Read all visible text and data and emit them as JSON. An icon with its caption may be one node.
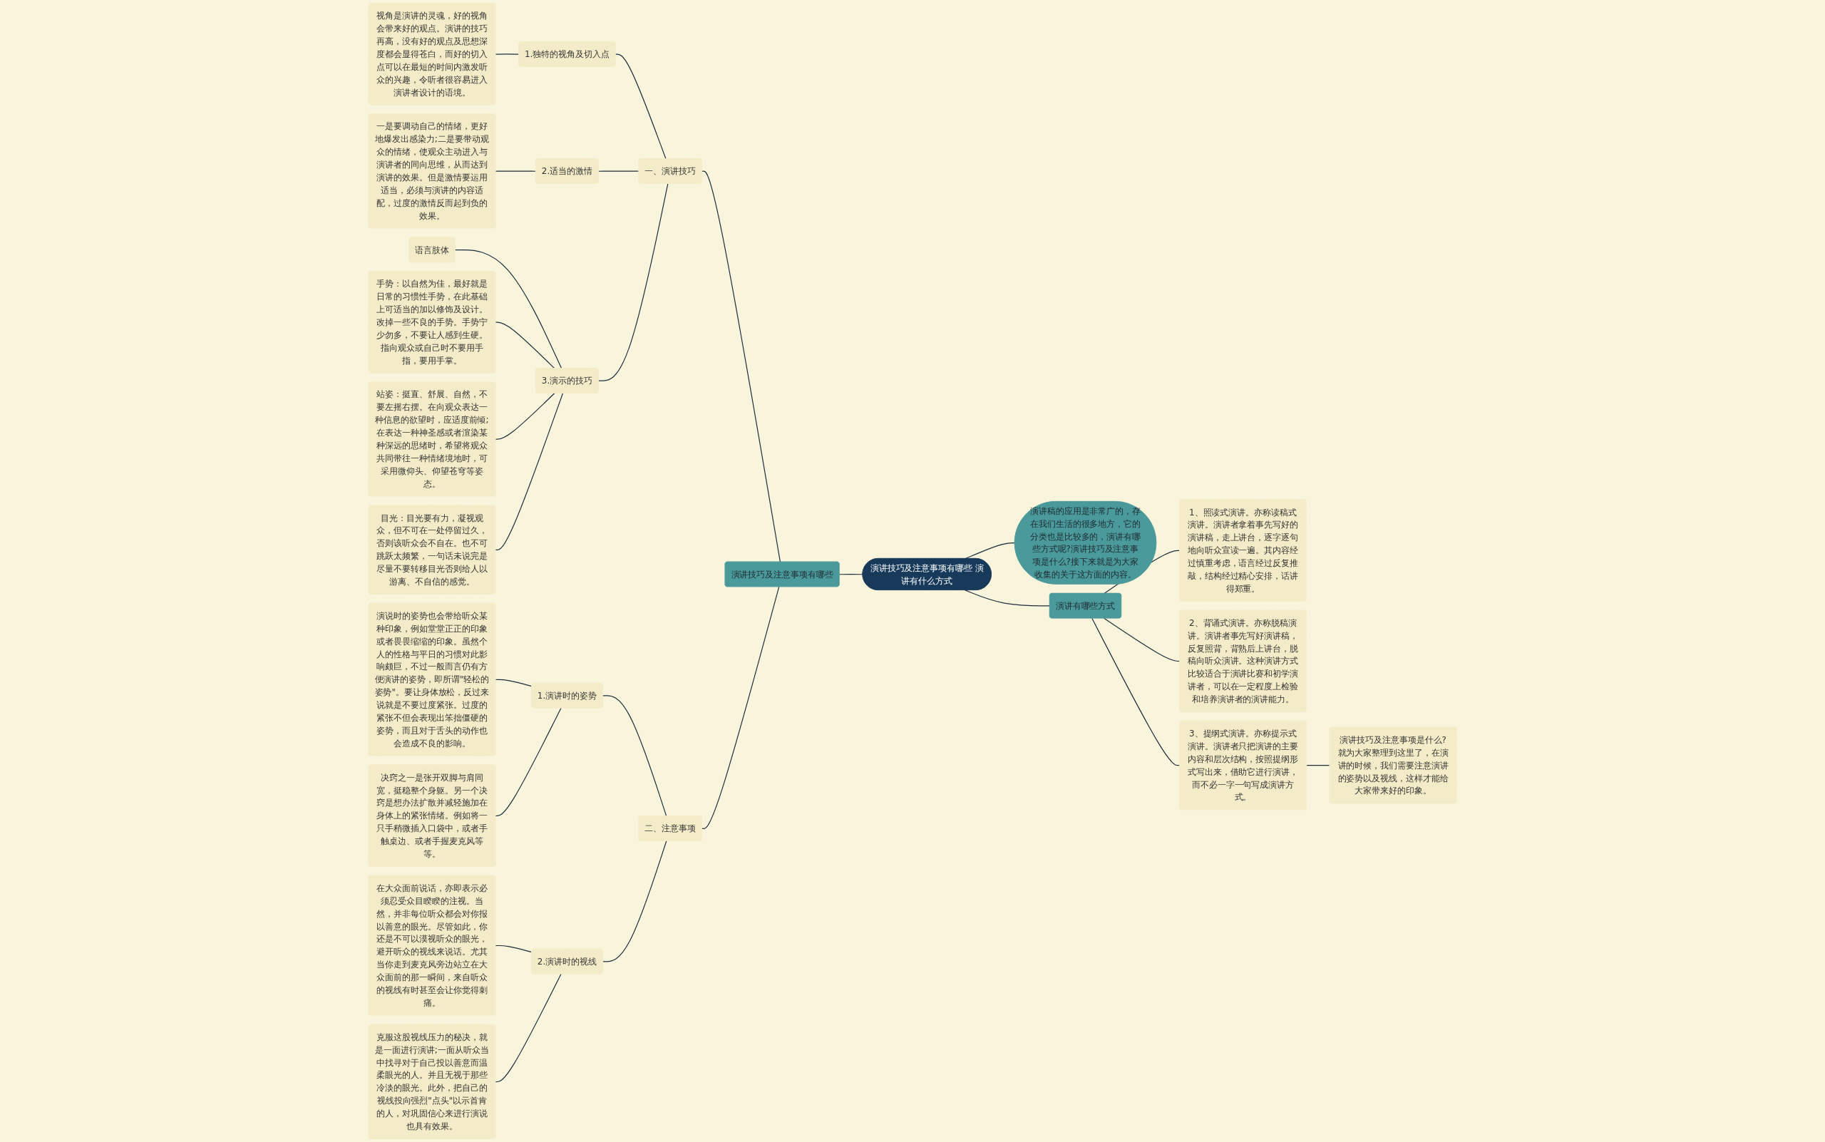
{
  "diagram": {
    "nodes": [
      {
        "text": [
          "演讲技巧及注意事项有哪些 演讲有什么方式"
        ]
      },
      {
        "text": [
          "演讲稿的应用是非常广的，存在我们生活的很多地方，它的分类也是比较多的，演讲有哪些方式呢?演讲技巧及注意事项是什么?接下来就是为大家收集的关于这方面的内容。"
        ]
      },
      {
        "text": [
          "演讲技巧及注意事项有哪些"
        ]
      },
      {
        "text": [
          "一、演讲技巧"
        ]
      },
      {
        "text": [
          "1.独特的视角及切入点"
        ]
      },
      {
        "text": [
          "视角是演讲的灵魂，好的视角会带来好的观点。演讲的技巧再高，没有好的观点及思想深度都会显得苍白，而好的切入点可以在最短的时间内激发听众的兴趣，令听者很容易进入演讲者设计的语境。"
        ]
      },
      {
        "text": [
          "2.适当的激情"
        ]
      },
      {
        "text": [
          "一是要调动自己的情绪，更好地爆发出感染力;二是要带动观众的情绪，使观众主动进入与演讲者的同向思维，从而达到演讲的效果。但是激情要运用适当，必须与演讲的内容适配，过度的激情反而起到负的效果。"
        ]
      },
      {
        "text": [
          "3.演示的技巧"
        ]
      },
      {
        "text": [
          "语言肢体"
        ]
      },
      {
        "text": [
          "手势：以自然为佳，最好就是日常的习惯性手势，在此基础上可适当的加以修饰及设计。改掉一些不良的手势。手势宁少勿多，不要让人感到生硬。指向观众或自己时不要用手指，要用手掌。"
        ]
      },
      {
        "text": [
          "站姿：挺直、舒展、自然，不要左摇右摆。在向观众表达一种信息的欲望时，应适度前倾;在表达一种神圣感或者渲染某种深远的思绪时，希望将观众共同带往一种情绪境地时，可采用微仰头、仰望苍穹等姿态。"
        ]
      },
      {
        "text": [
          "目光：目光要有力，凝视观众，但不可在一处停留过久，否则该听众会不自在。也不可跳跃太频繁，一句话未说完是尽量不要转移目光否则给人以游离、不自信的感觉。"
        ]
      },
      {
        "text": [
          "二、注意事项"
        ]
      },
      {
        "text": [
          "1.演讲时的姿势"
        ]
      },
      {
        "text": [
          "演说时的姿势也会带给听众某种印象，例如堂堂正正的印象或者畏畏缩缩的印象。虽然个人的性格与平日的习惯对此影响颇巨，不过一般而言仍有方便演讲的姿势，即所谓\"轻松的姿势\"。要让身体放松，反过来说就是不要过度紧张。过度的紧张不但会表现出笨拙僵硬的姿势，而且对于舌头的动作也会造成不良的影响。"
        ]
      },
      {
        "text": [
          "决窍之一是张开双脚与肩同宽，挺稳整个身躯。另一个决窍是想办法扩散并减轻施加在身体上的紧张情绪。例如将一只手稍微插入口袋中，或者手触桌边、或者手握麦克风等等。"
        ]
      },
      {
        "text": [
          "2.演讲时的视线"
        ]
      },
      {
        "text": [
          "在大众面前说话，亦即表示必须忍受众目睽睽的注视。当然，并非每位听众都会对你报以善意的眼光。尽管如此，你还是不可以漠视听众的眼光，避开听众的视线来说话。尤其当你走到麦克风旁边站立在大众面前的那一瞬间，来自听众的视线有时甚至会让你觉得刺痛。"
        ]
      },
      {
        "text": [
          "克服这股视线压力的秘决，就是一面进行演讲;一面从听众当中找寻对于自己投以善意而温柔眼光的人。并且无视于那些冷淡的眼光。此外，把自己的视线投向强烈\"点头\"以示首肯的人，对巩固信心来进行演说也具有效果。"
        ]
      },
      {
        "text": [
          "演讲有哪些方式"
        ]
      },
      {
        "text": [
          "1、照读式演讲。亦称读稿式演讲。演讲者拿着事先写好的演讲稿，走上讲台，逐字逐句地向听众宣读一遍。其内容经过慎重考虑，语言经过反复推敲，结构经过精心安排，话讲得郑重。"
        ]
      },
      {
        "text": [
          "2、背诵式演讲。亦称脱稿演讲。演讲者事先写好演讲稿，反复照背，背熟后上讲台，脱稿向听众演讲。这种演讲方式比较适合于演讲比赛和初学演讲者，可以在一定程度上检验和培养演讲者的演讲能力。"
        ]
      },
      {
        "text": [
          "3、提纲式演讲。亦称提示式演讲。演讲者只把演讲的主要内容和层次结构，按照提纲形式写出来，借助它进行演讲，而不必一字一句写成演讲方式。"
        ]
      },
      {
        "text": [
          "演讲技巧及注意事项是什么?就为大家整理到这里了，在演讲的时候，我们需要注意演讲的姿势以及视线，这样才能给大家带来好的印象。"
        ]
      }
    ],
    "edges": [
      {
        "from": 0,
        "to": 1,
        "arrow": "none"
      },
      {
        "from": 2,
        "to": 0,
        "arrow": "none"
      },
      {
        "from": 3,
        "to": 2,
        "arrow": "none"
      },
      {
        "from": 4,
        "to": 3,
        "arrow": "none"
      },
      {
        "from": 5,
        "to": 4,
        "arrow": "none"
      },
      {
        "from": 6,
        "to": 3,
        "arrow": "none"
      },
      {
        "from": 7,
        "to": 6,
        "arrow": "none"
      },
      {
        "from": 8,
        "to": 3,
        "arrow": "none"
      },
      {
        "from": 9,
        "to": 8,
        "arrow": "none"
      },
      {
        "from": 10,
        "to": 8,
        "arrow": "none"
      },
      {
        "from": 11,
        "to": 8,
        "arrow": "none"
      },
      {
        "from": 12,
        "to": 8,
        "arrow": "none"
      },
      {
        "from": 13,
        "to": 2,
        "arrow": "none"
      },
      {
        "from": 14,
        "to": 13,
        "arrow": "none"
      },
      {
        "from": 15,
        "to": 14,
        "arrow": "none"
      },
      {
        "from": 16,
        "to": 14,
        "arrow": "none"
      },
      {
        "from": 17,
        "to": 13,
        "arrow": "none"
      },
      {
        "from": 18,
        "to": 17,
        "arrow": "none"
      },
      {
        "from": 19,
        "to": 17,
        "arrow": "none"
      },
      {
        "from": 0,
        "to": 20,
        "arrow": "none"
      },
      {
        "from": 20,
        "to": 21,
        "arrow": "none"
      },
      {
        "from": 20,
        "to": 22,
        "arrow": "none"
      },
      {
        "from": 20,
        "to": 23,
        "arrow": "none"
      },
      {
        "from": 23,
        "to": 24,
        "arrow": "none"
      }
    ]
  }
}
